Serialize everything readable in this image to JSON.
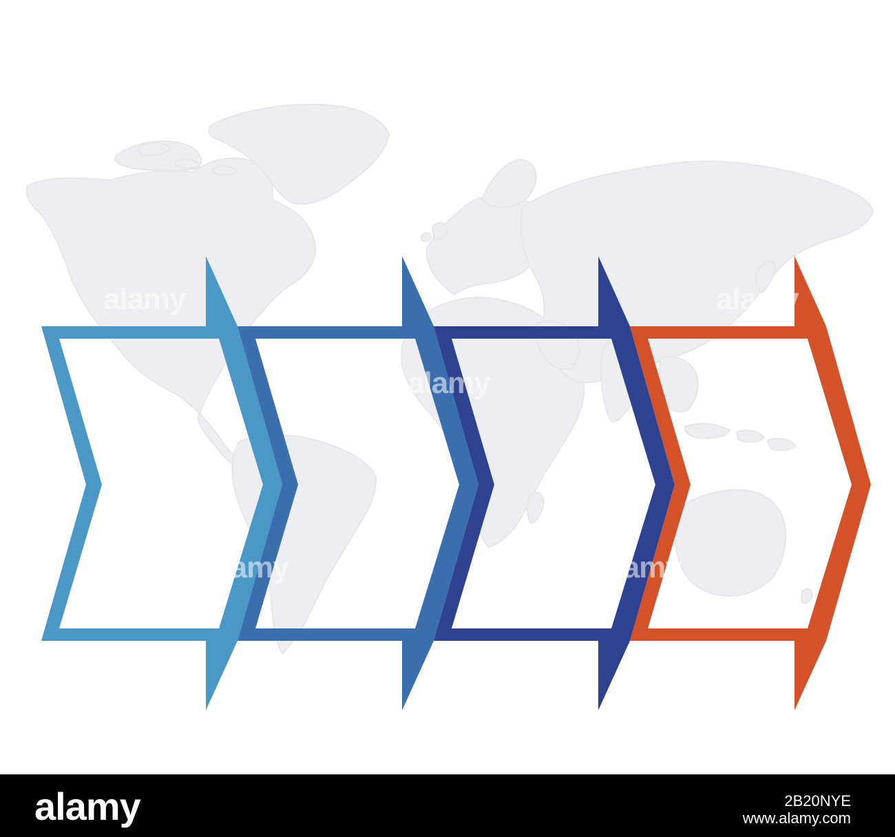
{
  "watermark": {
    "text": "alamy"
  },
  "footer": {
    "logo": "alamy",
    "image_id": "2B20NYE",
    "site": "www.alamy.com"
  },
  "colors": {
    "map": "#eceef2",
    "arrows": [
      "#4b97c5",
      "#3a6ead",
      "#2e4290",
      "#d4522a"
    ]
  },
  "arrows": [
    {
      "name": "step-1-arrow",
      "color": "#4b97c5"
    },
    {
      "name": "step-2-arrow",
      "color": "#3a6ead"
    },
    {
      "name": "step-3-arrow",
      "color": "#2e4290"
    },
    {
      "name": "step-4-arrow",
      "color": "#d4522a"
    }
  ]
}
